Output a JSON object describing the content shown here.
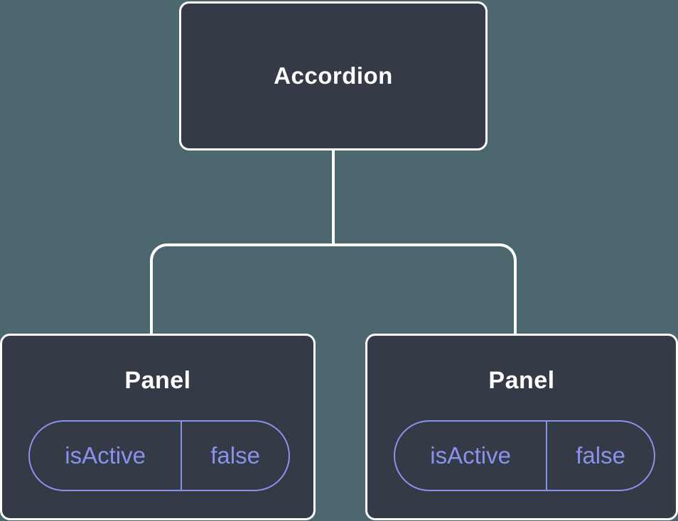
{
  "colors": {
    "background": "#4D676F",
    "node_background": "#343A46",
    "node_border": "#FFFFFF",
    "node_text": "#FFFFFF",
    "state_accent": "#8A92EC",
    "connector": "#FFFFFF"
  },
  "tree": {
    "root": {
      "label": "Accordion"
    },
    "children": [
      {
        "label": "Panel",
        "state": {
          "name": "isActive",
          "value": "false"
        }
      },
      {
        "label": "Panel",
        "state": {
          "name": "isActive",
          "value": "false"
        }
      }
    ]
  }
}
